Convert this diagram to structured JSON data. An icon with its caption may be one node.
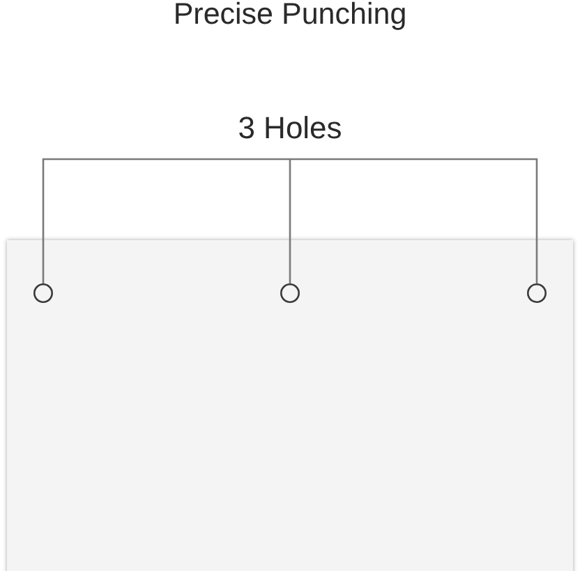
{
  "diagram": {
    "title": "Precise Punching",
    "nodes": [
      {
        "text": [
          "3 Holes"
        ]
      },
      {
        "text": [],
        "shape": "circle"
      },
      {
        "text": [],
        "shape": "circle"
      },
      {
        "text": [],
        "shape": "circle"
      }
    ],
    "edges": [
      {
        "from": 0,
        "to": 1,
        "arrow": "none"
      },
      {
        "from": 0,
        "to": 2,
        "arrow": "none"
      },
      {
        "from": 0,
        "to": 3,
        "arrow": "none"
      }
    ]
  }
}
